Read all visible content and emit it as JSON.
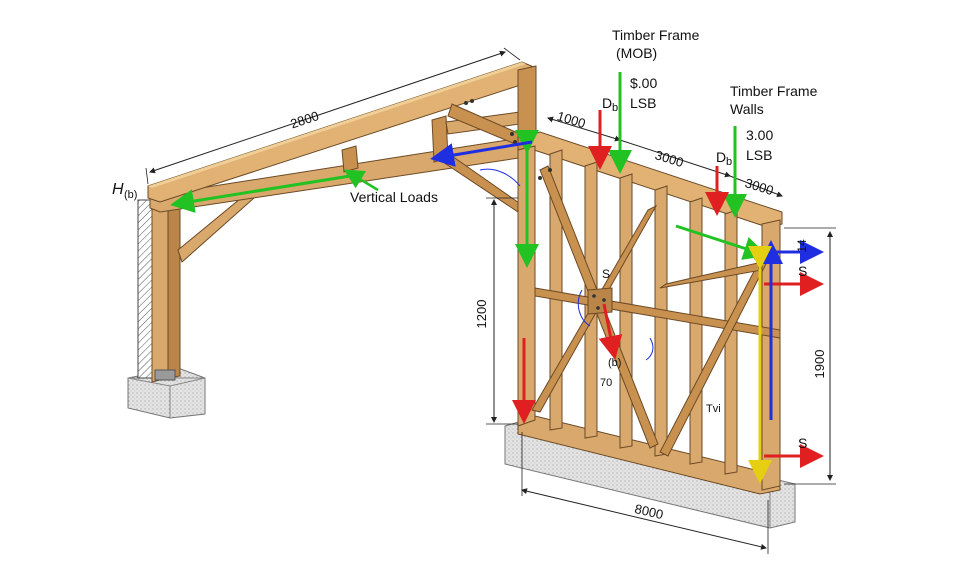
{
  "labels": {
    "timber_frame_mob_line1": "Timber Frame",
    "timber_frame_mob_line2": "(MOB)",
    "load_mob_value": "$.00",
    "load_mob_unit": "LSB",
    "timber_frame_walls_line1": "Timber Frame",
    "timber_frame_walls_line2": "Walls",
    "load_walls_value": "3.00",
    "load_walls_unit": "LSB",
    "vertical_loads": "Vertical Loads",
    "h_label": "H",
    "h_sub": "(b)",
    "d_label_1": "D",
    "d_sub_1": "b",
    "d_label_2": "D",
    "d_sub_2": "b",
    "s_label_center": "S",
    "s_label_right_top": "S",
    "s_label_right_bottom": "S",
    "label_14": "14",
    "label_70": "70",
    "label_bl": "(b)",
    "label_tvi": "Tvi"
  },
  "dimensions": {
    "rafter_length": "2800",
    "wall_top_segment_1": "1000",
    "wall_top_segment_2": "3000",
    "wall_top_segment_3": "3000",
    "wall_height_left": "1200",
    "wall_height_right": "1900",
    "wall_length": "8000"
  },
  "colors": {
    "timber": "#d9a86c",
    "timber_dark": "#a8753e",
    "timber_edge": "#6b4a26",
    "load_red": "#e02020",
    "load_green": "#22c222",
    "load_blue": "#1f2ee0",
    "load_yellow": "#f2e21a",
    "concrete": "#d8d8d8"
  }
}
